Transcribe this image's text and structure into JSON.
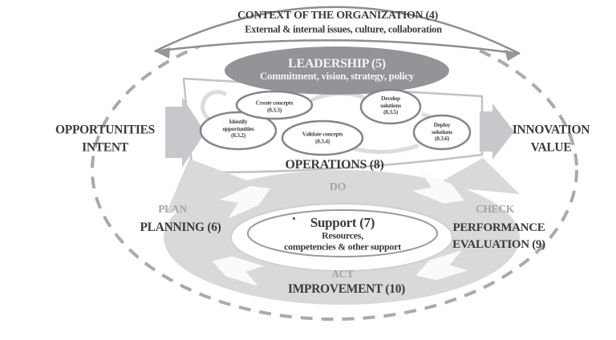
{
  "diagram": {
    "context": {
      "title": "CONTEXT OF THE ORGANIZATION (4)",
      "subtitle": "External & internal issues, culture, collaboration"
    },
    "leadership": {
      "title": "LEADERSHIP (5)",
      "subtitle": "Commitment, vision, strategy, policy"
    },
    "left_label": {
      "line1": "OPPORTUNITIES",
      "line2": "INTENT"
    },
    "right_label": {
      "line1": "INNOVATION",
      "line2": "VALUE"
    },
    "operations": {
      "title": "OPERATIONS (8)"
    },
    "processes": [
      {
        "name": "identify-opportunities",
        "lines": [
          "Identify",
          "opportunities",
          "(8.3.2)"
        ]
      },
      {
        "name": "create-concepts",
        "lines": [
          "Create concepts",
          "(8.3.3)"
        ]
      },
      {
        "name": "validate-concepts",
        "lines": [
          "Validate concepts",
          "(8.3.4)"
        ]
      },
      {
        "name": "develop-solutions",
        "lines": [
          "Develop",
          "solutions",
          "(8.3.5)"
        ]
      },
      {
        "name": "deploy-solutions",
        "lines": [
          "Deploy",
          "solutions",
          "(8.3.6)"
        ]
      }
    ],
    "pdca": {
      "plan": "PLAN",
      "do": "DO",
      "check": "CHECK",
      "act": "ACT"
    },
    "planning": {
      "title": "PLANNING (6)"
    },
    "performance": {
      "line1": "PERFORMANCE",
      "line2": "EVALUATION (9)"
    },
    "improvement": {
      "title": "IMPROVEMENT (10)"
    },
    "support": {
      "title": "Support (7)",
      "line1": "Resources,",
      "line2": "competencies & other support"
    }
  },
  "colors": {
    "leadership_fill": "#939398",
    "ring_fill": "#d9d9dc",
    "dark_text": "#3b3b3d",
    "gray_label": "#a4a4a8",
    "banner_outline": "#8e8e92",
    "node_outline": "#85858a",
    "operations_outline": "#c2c2c6",
    "solid_arrow": "#c8c8cc",
    "dashed_boundary": "#aaaaae",
    "blue_speck": "#2438c8"
  }
}
